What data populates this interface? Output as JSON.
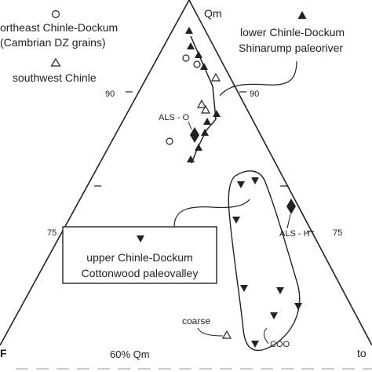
{
  "diagram": {
    "apex_top": "Qm",
    "corner_left": "F",
    "corner_right": "to",
    "bottom_label": "60% Qm",
    "ticks": {
      "left_90": "90",
      "right_90": "90",
      "left_75": "75",
      "right_75": "75"
    },
    "legend": {
      "northeast_line1": "ortheast Chinle-Dockum",
      "northeast_line2": "(Cambrian DZ grains)",
      "southwest": "southwest Chinle",
      "lower_line1": "lower Chinle-Dockum",
      "lower_line2": "Shinarump paleoriver",
      "upper_line1": "upper Chinle-Dockum",
      "upper_line2": "Cottonwood paleovalley"
    },
    "annotations": {
      "als_o": "ALS - O",
      "als_h": "ALS - H",
      "coarse": "coarse",
      "coo": "COO"
    },
    "colors": {
      "ink": "#222222",
      "background": "#ffffff"
    }
  }
}
